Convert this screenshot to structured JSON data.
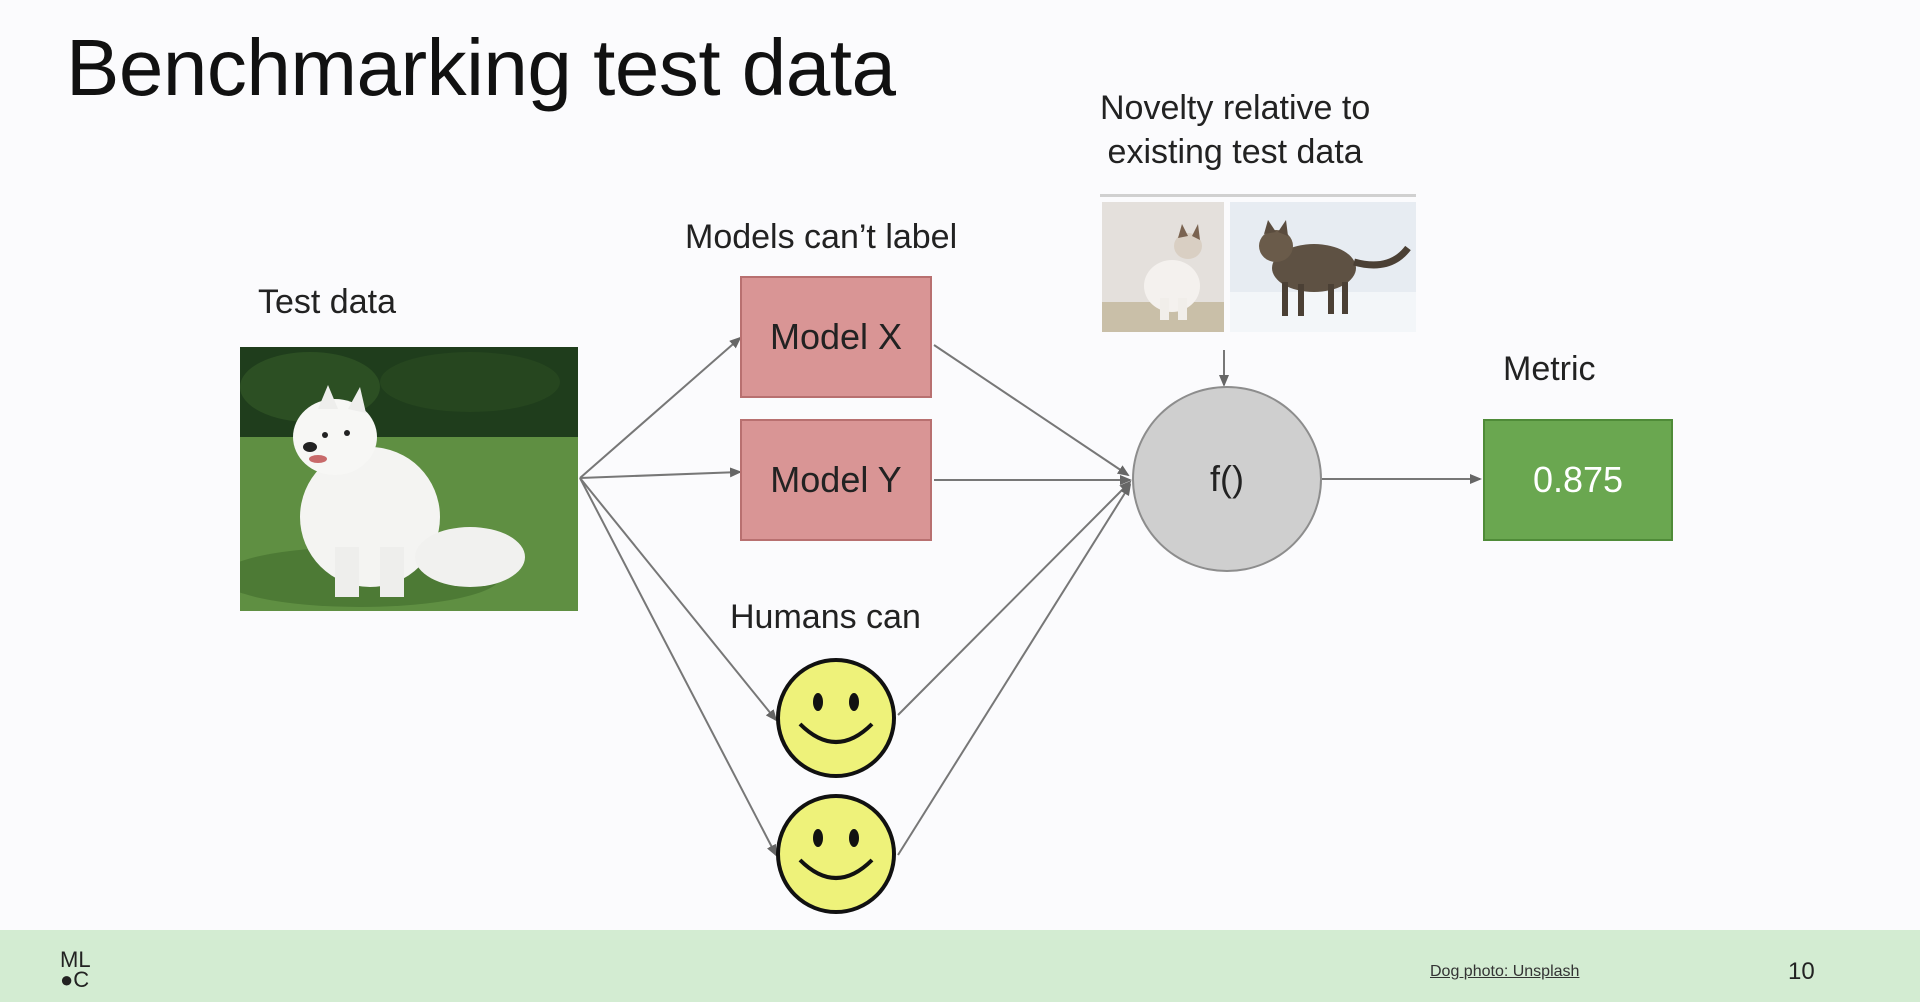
{
  "slide": {
    "title": "Benchmarking test data",
    "test_data_label": "Test data",
    "models_label": "Models can’t label",
    "models": [
      "Model X",
      "Model Y"
    ],
    "humans_label": "Humans can",
    "novelty_label_line1": "Novelty relative to",
    "novelty_label_line2": "existing test data",
    "function_label": "f()",
    "metric_label": "Metric",
    "metric_value": "0.875",
    "photo_credit": "Dog photo: Unsplash",
    "page_number": "10",
    "logo_line1": "ML",
    "logo_line2": "C"
  },
  "colors": {
    "model_box": "#d99595",
    "metric_box": "#6aa750",
    "function_circle": "#cfcfcf",
    "smiley_face": "#eef27a",
    "footer": "#d3ecd2"
  },
  "icons": [
    "dog-photo",
    "cat-photo",
    "smiley-icon",
    "arrow"
  ]
}
